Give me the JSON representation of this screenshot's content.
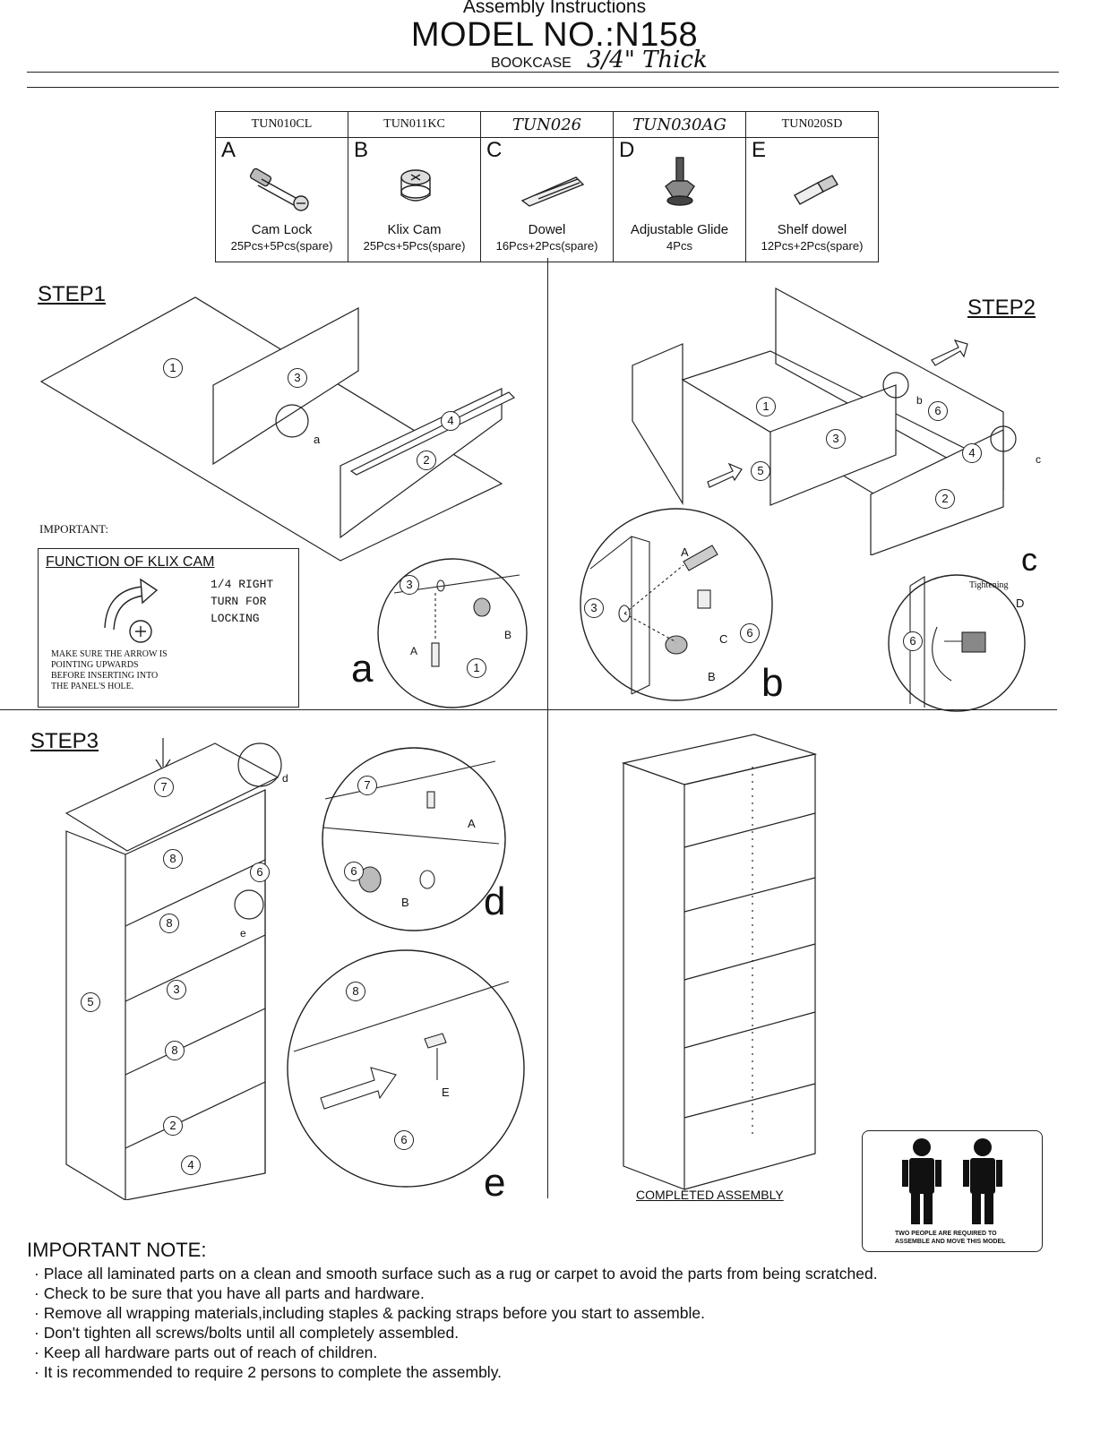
{
  "header": {
    "subtitle": "Assembly Instructions",
    "title": "MODEL NO.:N158",
    "product_type": "BOOKCASE",
    "handwritten_note": "3/4\" Thick"
  },
  "parts": [
    {
      "code": "TUN010CL",
      "letter": "A",
      "name": "Cam Lock",
      "qty": "25Pcs+5Pcs(spare)",
      "icon": "cam-lock-icon"
    },
    {
      "code": "TUN011KC",
      "letter": "B",
      "name": "Klix Cam",
      "qty": "25Pcs+5Pcs(spare)",
      "icon": "klix-cam-icon"
    },
    {
      "code": "TUN026",
      "letter": "C",
      "name": "Dowel",
      "qty": "16Pcs+2Pcs(spare)",
      "icon": "dowel-icon"
    },
    {
      "code": "TUN030AG",
      "letter": "D",
      "name": "Adjustable Glide",
      "qty": "4Pcs",
      "icon": "adjustable-glide-icon"
    },
    {
      "code": "TUN020SD",
      "letter": "E",
      "name": "Shelf dowel",
      "qty": "12Pcs+2Pcs(spare)",
      "icon": "shelf-dowel-icon"
    }
  ],
  "steps": {
    "step1": "STEP1",
    "step2": "STEP2",
    "step3": "STEP3"
  },
  "function_box": {
    "important": "IMPORTANT:",
    "title": "FUNCTION OF KLIX CAM",
    "turn_line1": "1/4 RIGHT",
    "turn_line2": "TURN FOR",
    "turn_line3": "LOCKING",
    "warn_line1": "MAKE SURE THE ARROW IS",
    "warn_line2": "POINTING UPWARDS",
    "warn_line3": "BEFORE INSERTING INTO",
    "warn_line4": "THE PANEL'S HOLE."
  },
  "detail_letters": {
    "a": "a",
    "b": "b",
    "c": "c",
    "d": "d",
    "e": "e"
  },
  "tightening": "Tightening",
  "completed": "COMPLETED ASSEMBLY",
  "people_notice": "TWO PEOPLE ARE REQUIRED TO ASSEMBLE AND MOVE THIS MODEL",
  "notes": {
    "title": "IMPORTANT  NOTE:",
    "items": [
      "· Place all laminated parts on a clean and smooth surface such as a rug or carpet to avoid the parts from being scratched.",
      "· Check to be sure that you have all parts and hardware.",
      "· Remove all wrapping materials,including staples & packing straps before you start to assemble.",
      "· Don't tighten all screws/bolts until all completely assembled.",
      "· Keep all hardware parts out of reach of children.",
      "· It is recommended to require 2 persons to complete the assembly."
    ]
  }
}
